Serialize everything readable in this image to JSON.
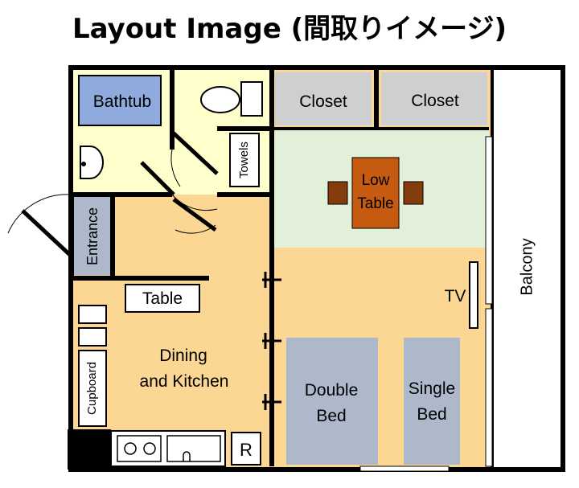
{
  "title": "Layout Image (間取りイメージ)",
  "rooms": {
    "bathtub": "Bathtub",
    "closet_1": "Closet",
    "closet_2": "Closet",
    "towels": "Towels",
    "low_table_1": "Low",
    "low_table_2": "Table",
    "entrance": "Entrance",
    "balcony": "Balcony",
    "table": "Table",
    "dining_1": "Dining",
    "dining_2": "and Kitchen",
    "cupboard": "Cupboard",
    "tv": "TV",
    "double_bed_1": "Double",
    "double_bed_2": "Bed",
    "single_bed_1": "Single",
    "single_bed_2": "Bed",
    "fridge": "R"
  },
  "colors": {
    "wall": "#000000",
    "floor_main": "#fcd794",
    "living_green": "#e2f0da",
    "bath_yellow": "#ffffcc",
    "bathtub_blue": "#8faadc",
    "closet_gray": "#cfcfcf",
    "entrance_gray": "#adb9ca",
    "bed_gray": "#adb9ca",
    "low_table": "#c55a11",
    "chair": "#843c0c"
  }
}
